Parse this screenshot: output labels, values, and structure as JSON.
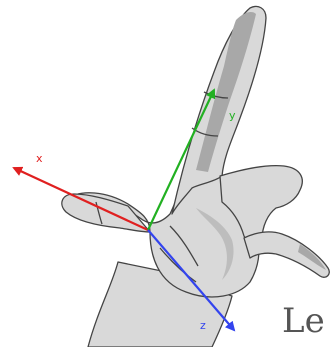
{
  "axes": {
    "x": {
      "label": "x",
      "color": "#e02020"
    },
    "y": {
      "label": "y",
      "color": "#22b022"
    },
    "z": {
      "label": "z",
      "color": "#3344ee"
    }
  },
  "hand": {
    "fill": "#d9d9d9",
    "shadow": "#a8a8a8",
    "outline": "#444444"
  },
  "cut_text": "Le"
}
